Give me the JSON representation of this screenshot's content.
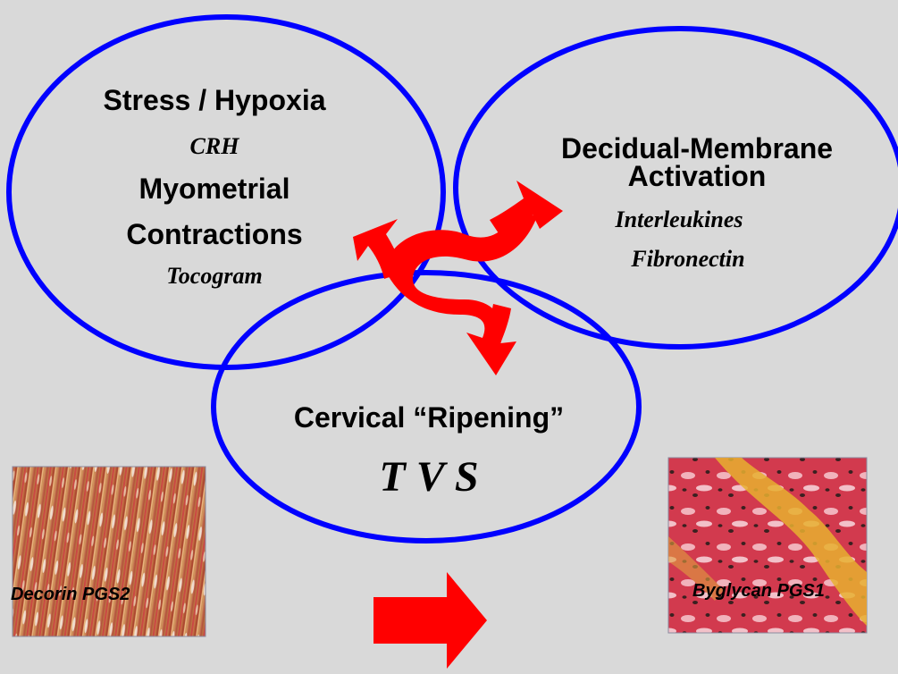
{
  "circles": {
    "stress": {
      "title": "Stress / Hypoxia",
      "marker1": "CRH",
      "subtitle_line1": "Myometrial",
      "subtitle_line2": "Contractions",
      "marker2": "Tocogram"
    },
    "decidual": {
      "title_line1": "Decidual-Membrane",
      "title_line2": "Activation",
      "marker1": "Interleukines",
      "marker2": "Fibronectin"
    },
    "cervical": {
      "title": "Cervical “Ripening”",
      "marker": "T V S"
    }
  },
  "images": {
    "left_caption": "Decorin PGS2",
    "right_caption": "Byglycan PGS1"
  },
  "colors": {
    "background": "#d9d9d9",
    "ellipse_stroke": "#0000ff",
    "arrow_fill": "#ff0000"
  }
}
